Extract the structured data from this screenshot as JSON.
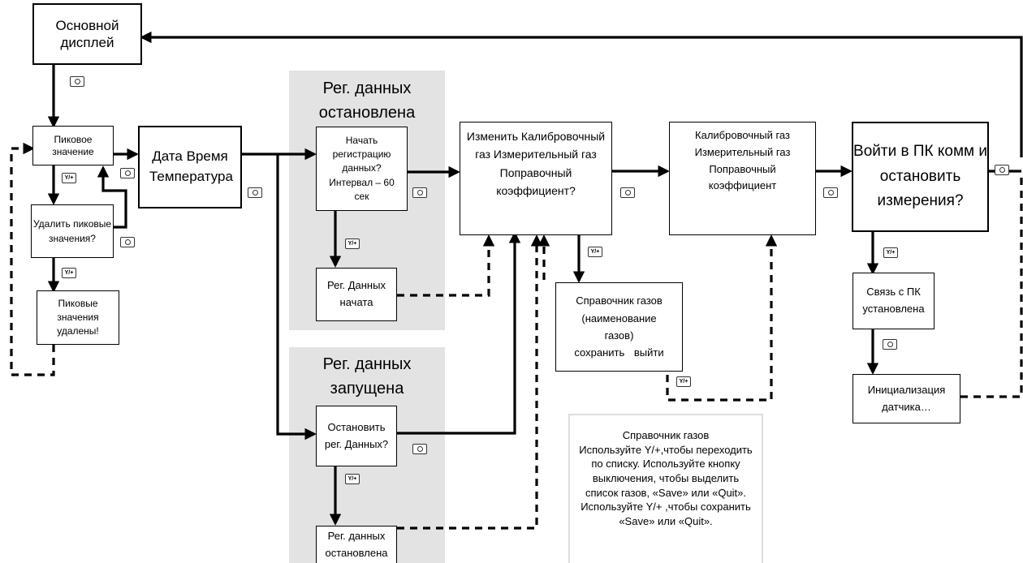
{
  "nodes": {
    "main_display": "Основной дисплей",
    "peak_value": "Пиковое значение",
    "delete_peaks": "Удалить пиковые значения?",
    "peaks_deleted": "Пиковые значения удалены!",
    "date_time_temp": "Дата Время Температура",
    "start_logging": "Начать регистрацию данных? Интервал – 60 сек",
    "logging_started": "Рег. Данных начата",
    "stop_logging": "Остановить рег. Данных?",
    "logging_stopped": "Рег. данных остановлена",
    "change_cal_gas": "Изменить Калибровочный газ Измерительный газ Поправочный коэффициент?",
    "gas_library": "Справочник газов (наименование газов)",
    "gas_library_actions": "сохранить выйти",
    "cal_gas_info": "Калибровочный газ Измерительный газ Поправочный коэффициент",
    "enter_pc_comm": "Войти в ПК комм и остановить измерения?",
    "pc_link": "Связь с ПК установлена",
    "sensor_init": "Инициализация датчика…"
  },
  "sections": {
    "logging_stopped_header": "Рег. данных остановлена",
    "logging_running_header": "Рег. данных запущена"
  },
  "note": {
    "title": "Справочник газов",
    "text": "Используйте Y/+,чтобы переходить по списку. Используйте кнопку выключения, чтобы выделить список газов, «Save» или «Quit». Используйте Y/+ ,чтобы сохранить «Save» или «Quit»."
  },
  "keys": {
    "yplus": "Y/+",
    "power": "power-key"
  }
}
